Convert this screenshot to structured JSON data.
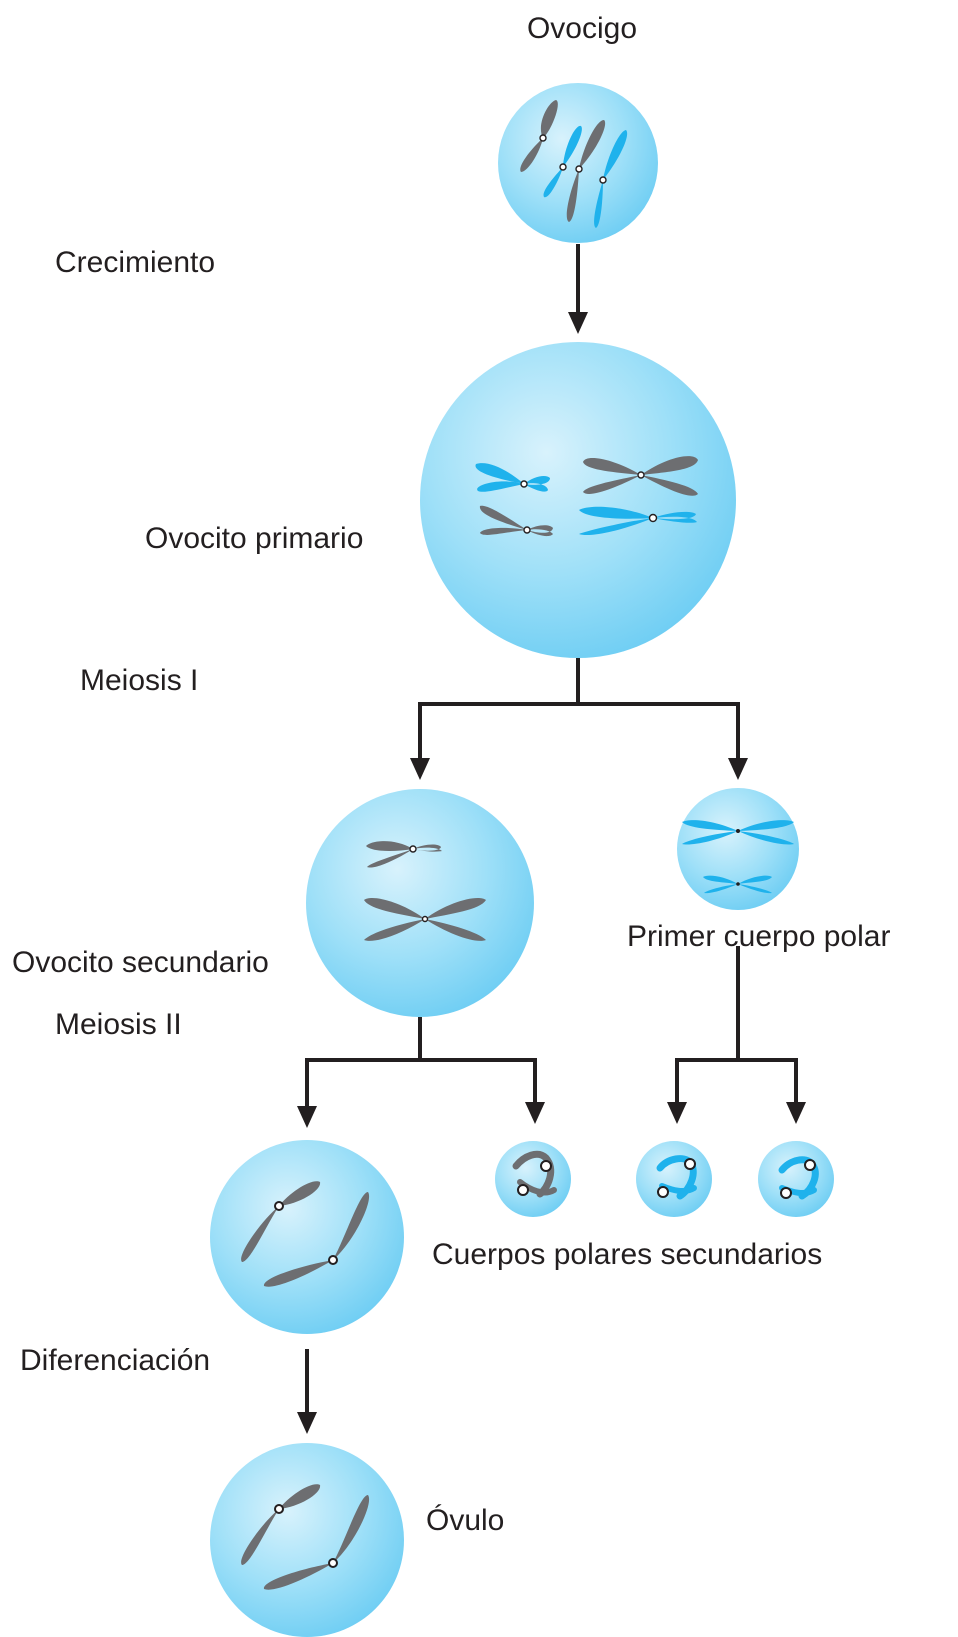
{
  "labels": {
    "zygote": "Ovocigo",
    "growth": "Crecimiento",
    "primary_oocyte": "Ovocito primario",
    "meiosis_1": "Meiosis I",
    "secondary_oocyte": "Ovocito secundario",
    "first_polar_body": "Primer cuerpo polar",
    "meiosis_2": "Meiosis II",
    "secondary_polar_bodies": "Cuerpos polares secundarios",
    "differentiation": "Diferenciación",
    "ovum": "Óvulo"
  },
  "colors": {
    "cell_center": "#d8f2fc",
    "cell_edge": "#6dcdf3",
    "chromosome_blue": "#1fb2ec",
    "chromosome_gray": "#6d6e71",
    "arrow": "#231f20",
    "text": "#231f20"
  }
}
